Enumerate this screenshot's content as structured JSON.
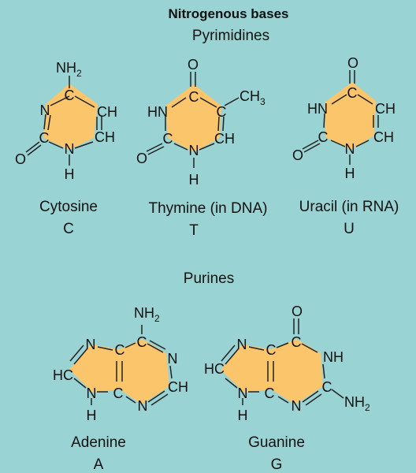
{
  "title": "Nitrogenous bases",
  "sections": {
    "pyrimidines": "Pyrimidines",
    "purines": "Purines"
  },
  "atoms": {
    "N": "N",
    "C": "C",
    "O": "O",
    "H": "H",
    "NH": "NH",
    "HN": "HN",
    "CH": "CH",
    "HC": "HC",
    "NH2_main": "NH",
    "CH3_main": "CH",
    "sub2": "2",
    "sub3": "3"
  },
  "bases": {
    "cytosine": {
      "name": "Cytosine",
      "letter": "C"
    },
    "thymine": {
      "name": "Thymine (in DNA)",
      "letter": "T"
    },
    "uracil": {
      "name": "Uracil (in RNA)",
      "letter": "U"
    },
    "adenine": {
      "name": "Adenine",
      "letter": "A"
    },
    "guanine": {
      "name": "Guanine",
      "letter": "G"
    }
  },
  "colors": {
    "background": "#99d3d3",
    "ring_fill": "#fbc56c",
    "ink": "#111111"
  }
}
